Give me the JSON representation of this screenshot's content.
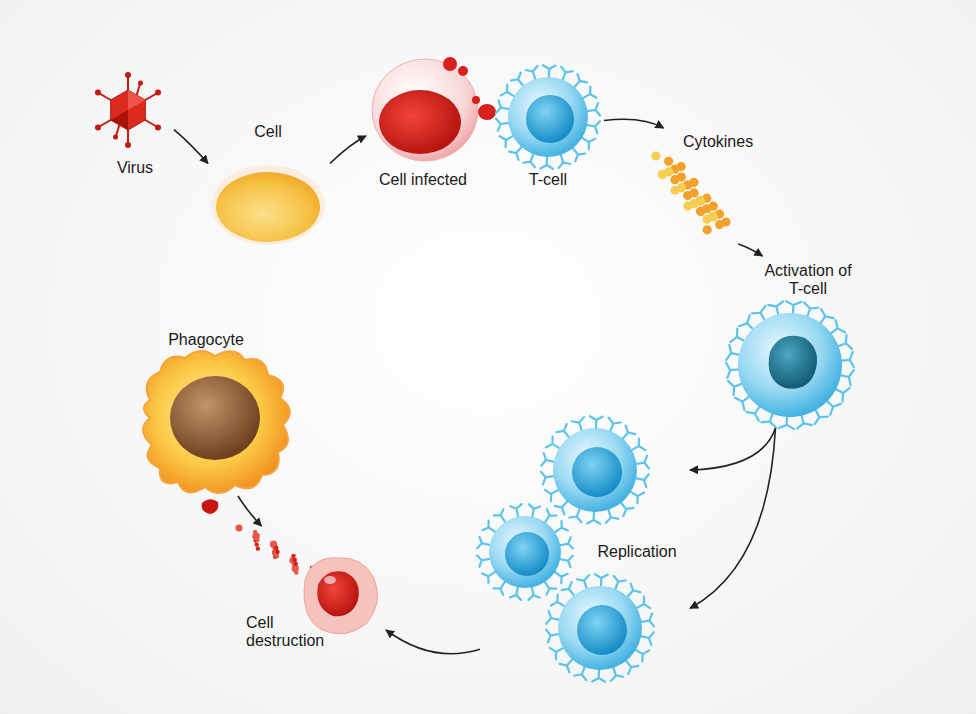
{
  "diagram": {
    "nodes": [
      {
        "text": [
          "Virus"
        ]
      },
      {
        "text": [
          "Cell"
        ]
      },
      {
        "text": [
          "Cell infected"
        ]
      },
      {
        "text": [
          "T-cell"
        ]
      },
      {
        "text": [
          "Cytokines"
        ]
      },
      {
        "text": [
          "Activation of T-cell"
        ]
      },
      {
        "text": [
          "Replication"
        ]
      },
      {
        "text": [
          "Phagocyte"
        ]
      },
      {
        "text": [
          "Cell destruction"
        ]
      }
    ],
    "edges": [
      {
        "from": 0,
        "to": 1,
        "arrow": "to"
      },
      {
        "from": 1,
        "to": 2,
        "arrow": "to"
      },
      {
        "from": 3,
        "to": 4,
        "arrow": "to"
      },
      {
        "from": 4,
        "to": 5,
        "arrow": "to"
      },
      {
        "from": 5,
        "to": 6,
        "arrow": "to"
      },
      {
        "from": 5,
        "to": 6,
        "arrow": "to"
      },
      {
        "from": 6,
        "to": 8,
        "arrow": "to"
      },
      {
        "from": 7,
        "to": 8,
        "arrow": "to"
      }
    ]
  }
}
